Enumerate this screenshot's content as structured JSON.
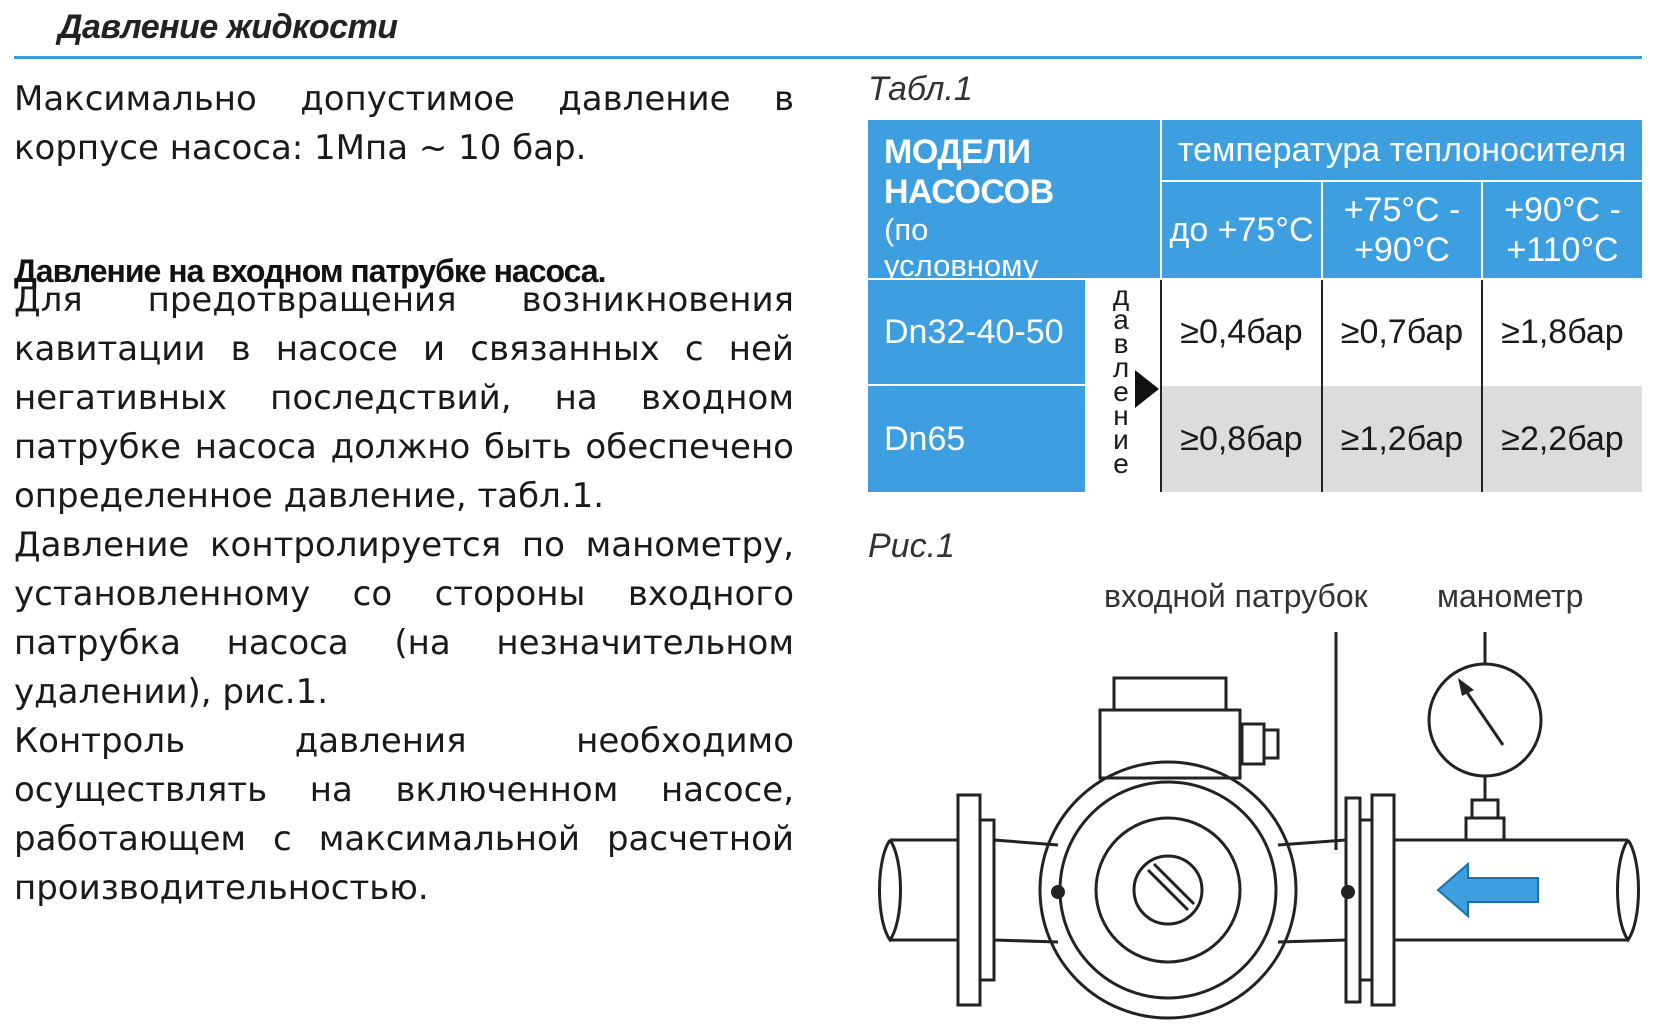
{
  "header": {
    "title": "Давление жидкости"
  },
  "intro": {
    "text": "Максимально допустимое давление в корпусе насоса: 1Мпа ~ 10 бар."
  },
  "inlet_section": {
    "heading": "Давление на входном патрубке насоса.",
    "para1": "Для предотвращения возникновения кавитации в насосе и связанных с ней негативных последствий, на входном патрубке насоса должно быть обеспечено определенное давление, табл.1.",
    "para2": "Давление контролируется по манометру, установленному со стороны входного патрубка насоса (на незначительном удалении), рис.1.",
    "para3": "Контроль давления необходимо осуществлять на включенном насосе, работающем с максимальной расчетной производительностью."
  },
  "table": {
    "caption": "Табл.1",
    "models_header_bold": "МОДЕЛИ НАСОСОВ",
    "models_header_note": "(по условному диаметру)",
    "temp_header": "температура теплоносителя",
    "temp_cols": [
      "до +75°С",
      "+75°С - +90°С",
      "+90°С - +110°С"
    ],
    "side_label": "давление",
    "rows": [
      {
        "model": "Dn32-40-50",
        "values": [
          "≥0,4бар",
          "≥0,7бар",
          "≥1,8бар"
        ]
      },
      {
        "model": "Dn65",
        "values": [
          "≥0,8бар",
          "≥1,2бар",
          "≥2,2бар"
        ]
      }
    ]
  },
  "figure": {
    "caption": "Рис.1",
    "label_inlet": "входной патрубок",
    "label_gauge": "манометр",
    "colors": {
      "arrow": "#3d9fe0",
      "line": "#222222"
    }
  }
}
